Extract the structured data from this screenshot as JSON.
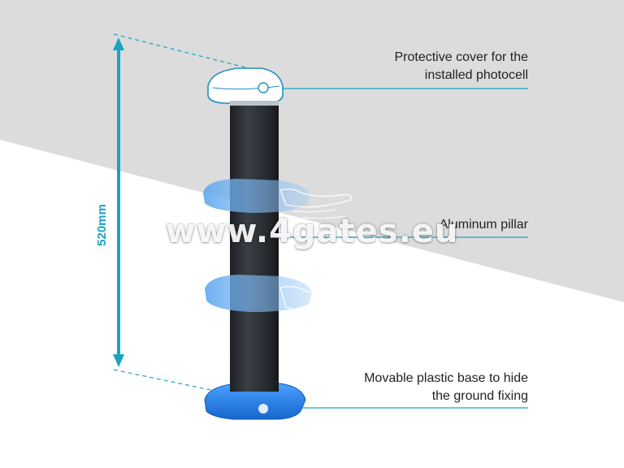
{
  "labels": {
    "cover": [
      "Protective cover for the",
      "installed photocell"
    ],
    "pillar": "Aluminum pillar",
    "base": [
      "Movable plastic base to hide",
      "the ground fixing"
    ]
  },
  "dimension": "520mm",
  "watermark": "www.4gates.eu",
  "colors": {
    "background_gray": "#dcdcdc",
    "accent_teal": "#1aa3c2",
    "pillar_dark": "#2b2f33",
    "base_blue": "#2a7fe0",
    "cover_white": "#ffffff"
  }
}
